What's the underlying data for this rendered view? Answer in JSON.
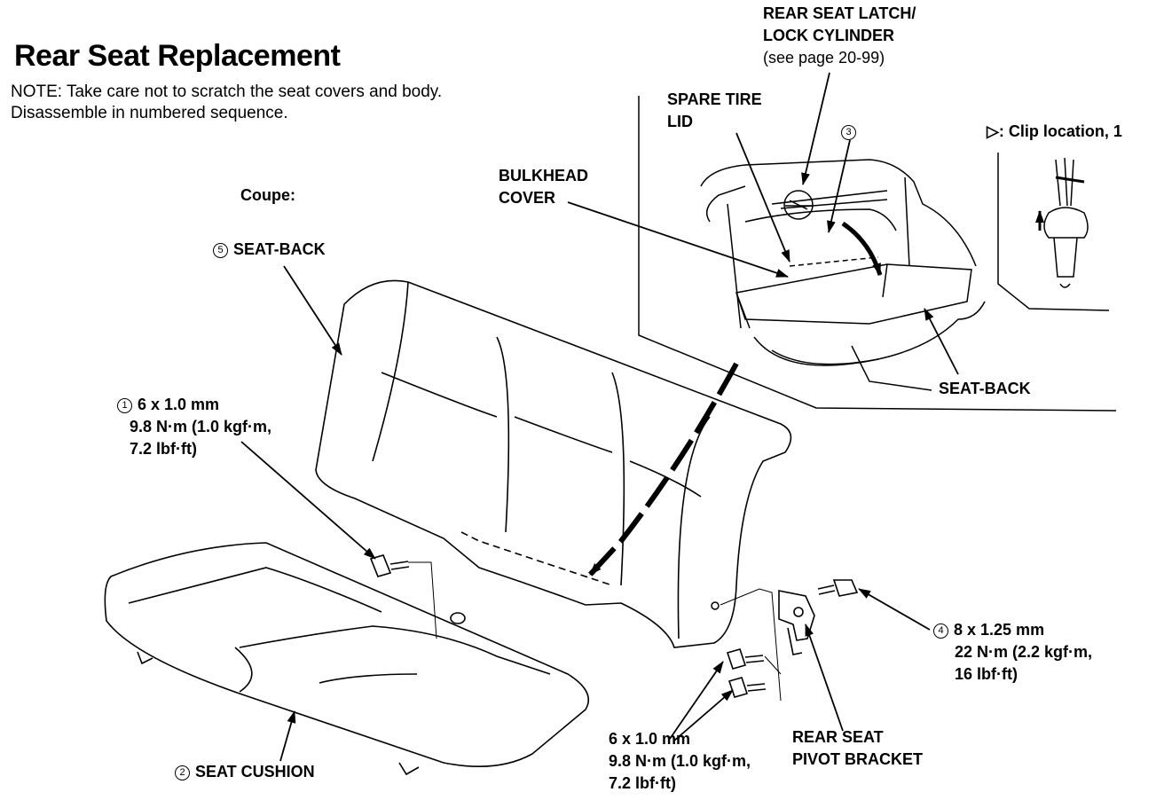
{
  "title": "Rear Seat Replacement",
  "note_line1": "NOTE:  Take care not to scratch the seat covers and body.",
  "note_line2": "Disassemble in numbered sequence.",
  "labels": {
    "coupe": "Coupe:",
    "seat_back_main": {
      "num": "5",
      "text": "SEAT-BACK"
    },
    "bolt_1": {
      "num": "1",
      "spec": "6 x 1.0 mm",
      "torque": "9.8 N·m (1.0 kgf·m,",
      "torque2": "7.2 lbf·ft)"
    },
    "seat_cushion": {
      "num": "2",
      "text": "SEAT CUSHION"
    },
    "bolt_lower": {
      "spec": "6 x 1.0 mm",
      "torque": "9.8 N·m (1.0 kgf·m,",
      "torque2": "7.2 lbf·ft)"
    },
    "pivot_bracket": {
      "line1": "REAR SEAT",
      "line2": "PIVOT BRACKET"
    },
    "bolt_4": {
      "num": "4",
      "spec": "8 x 1.25 mm",
      "torque": "22 N·m (2.2 kgf·m,",
      "torque2": "16 lbf·ft)"
    },
    "latch": {
      "line1": "REAR SEAT LATCH/",
      "line2": "LOCK CYLINDER",
      "ref": "(see page 20-99)"
    },
    "spare_tire": {
      "line1": "SPARE TIRE",
      "line2": "LID"
    },
    "bulkhead": {
      "line1": "BULKHEAD",
      "line2": "COVER"
    },
    "seat_back_inset": "SEAT-BACK",
    "step_3": "3",
    "clip": "▷: Clip location, 1"
  }
}
